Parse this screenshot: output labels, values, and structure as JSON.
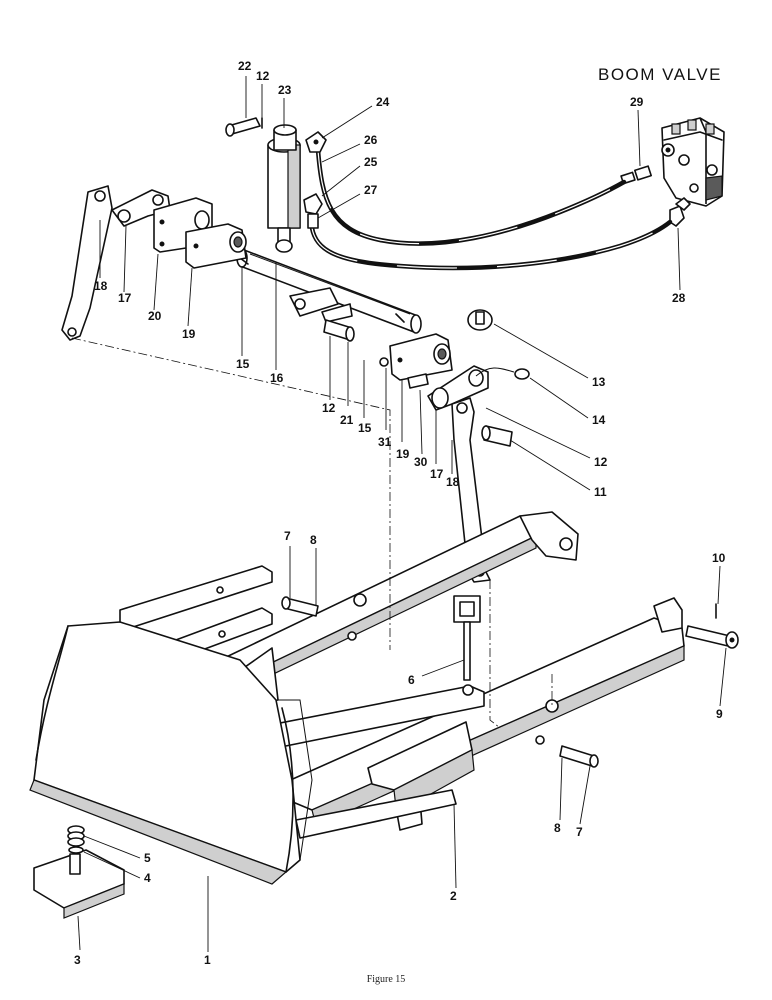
{
  "title": "BOOM VALVE",
  "caption": "Figure 15",
  "callouts": [
    "22",
    "12",
    "23",
    "24",
    "26",
    "25",
    "27",
    "29",
    "28",
    "18",
    "17",
    "20",
    "19",
    "15",
    "16",
    "12",
    "21",
    "15",
    "31",
    "19",
    "30",
    "17",
    "18",
    "13",
    "14",
    "12",
    "11",
    "7",
    "8",
    "10",
    "9",
    "6",
    "8",
    "7",
    "5",
    "4",
    "3",
    "1",
    "2"
  ]
}
